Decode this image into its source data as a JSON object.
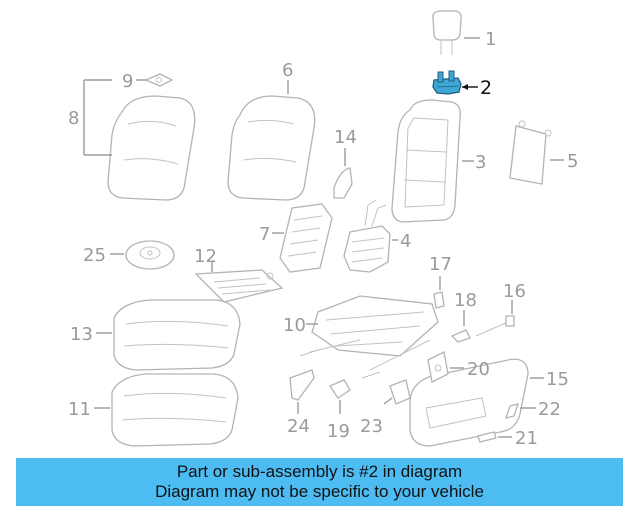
{
  "callouts": {
    "c1": "1",
    "c2": "2",
    "c3": "3",
    "c4": "4",
    "c5": "5",
    "c6": "6",
    "c7": "7",
    "c8": "8",
    "c9": "9",
    "c10": "10",
    "c11": "11",
    "c12": "12",
    "c13": "13",
    "c14": "14",
    "c15": "15",
    "c16": "16",
    "c17": "17",
    "c18": "18",
    "c19": "19",
    "c20": "20",
    "c21": "21",
    "c22": "22",
    "c23": "23",
    "c24": "24",
    "c25": "25"
  },
  "highlight_part": "2",
  "colors": {
    "highlight_part": "#3fa7d6",
    "banner_background": "#4dbcf3",
    "line_art": "#b3b3b3"
  },
  "banner": {
    "line1": "Part or sub-assembly is #2 in diagram",
    "line2": "Diagram may not be specific to your vehicle"
  }
}
